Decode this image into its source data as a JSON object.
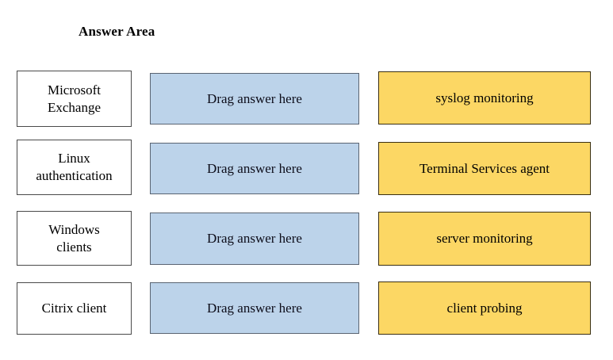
{
  "page": {
    "title": "Answer Area",
    "background_color": "#ffffff"
  },
  "colors": {
    "prompt_fill": "#ffffff",
    "prompt_border": "#4a4a4a",
    "drop_fill": "#bcd3ea",
    "drop_border": "#5a6472",
    "answer_fill": "#fcd764",
    "answer_border": "#3a2f12",
    "text": "#000000"
  },
  "columns": {
    "prompt_header": "",
    "drop_header": "",
    "answer_header": ""
  },
  "rows": [
    {
      "prompt": "Microsoft\nExchange",
      "drop": "Drag answer here",
      "answer": "syslog monitoring"
    },
    {
      "prompt": "Linux\nauthentication",
      "drop": "Drag answer here",
      "answer": "Terminal Services agent"
    },
    {
      "prompt": "Windows\nclients",
      "drop": "Drag answer here",
      "answer": "server monitoring"
    },
    {
      "prompt": "Citrix client",
      "drop": "Drag answer here",
      "answer": "client probing"
    }
  ]
}
